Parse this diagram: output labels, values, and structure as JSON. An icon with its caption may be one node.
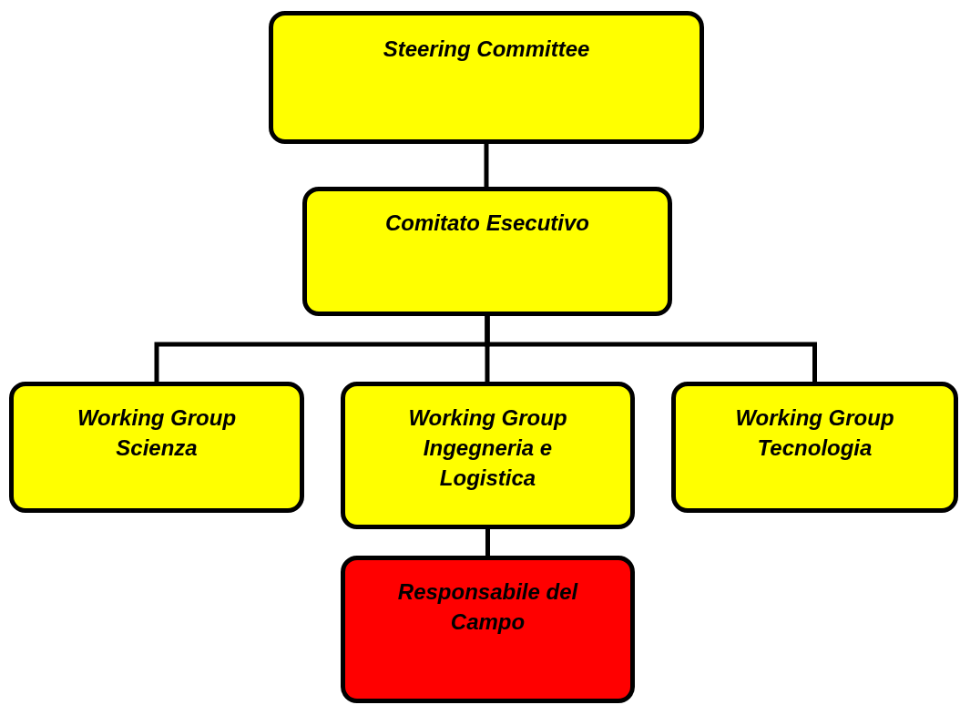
{
  "diagram": {
    "nodes": [
      {
        "text": [
          "Steering Committee"
        ]
      },
      {
        "text": [
          "Comitato Esecutivo"
        ]
      },
      {
        "text": [
          "Working Group Scienza"
        ]
      },
      {
        "text": [
          "Working Group Ingegneria e Logistica"
        ]
      },
      {
        "text": [
          "Working Group Tecnologia"
        ]
      },
      {
        "text": [
          "Responsabile del Campo"
        ]
      }
    ],
    "edges": [
      {
        "from": 0,
        "to": 1,
        "arrow": "none"
      },
      {
        "from": 1,
        "to": 2,
        "arrow": "none"
      },
      {
        "from": 1,
        "to": 3,
        "arrow": "none"
      },
      {
        "from": 1,
        "to": 4,
        "arrow": "none"
      },
      {
        "from": 3,
        "to": 5,
        "arrow": "none"
      }
    ]
  }
}
